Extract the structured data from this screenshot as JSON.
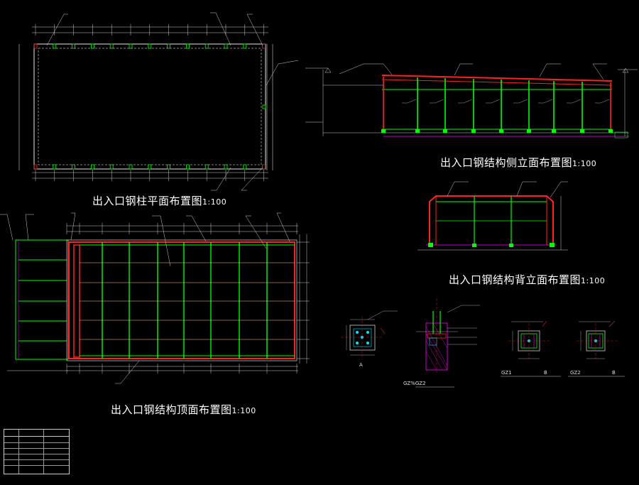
{
  "drawing": {
    "titles": {
      "plan": "出入口钢柱平面布置图",
      "side": "出入口钢结构侧立面布置图",
      "back": "出入口钢结构背立面布置图",
      "roof": "出入口钢结构顶面布置图",
      "scale": "1:100"
    },
    "details": {
      "gz_section": "GZ%GZ2",
      "gz1": "GZ1",
      "gz2": "GZ2",
      "view_a": "A",
      "view_b": "B"
    },
    "colors": {
      "background": "#000000",
      "line_white": "#ffffff",
      "steel_green": "#00ff00",
      "column_red": "#ff2020",
      "magenta": "#ff00ff",
      "cyan": "#00e5ff",
      "yellow": "#ffff00",
      "dim_gray": "#cccccc"
    }
  }
}
